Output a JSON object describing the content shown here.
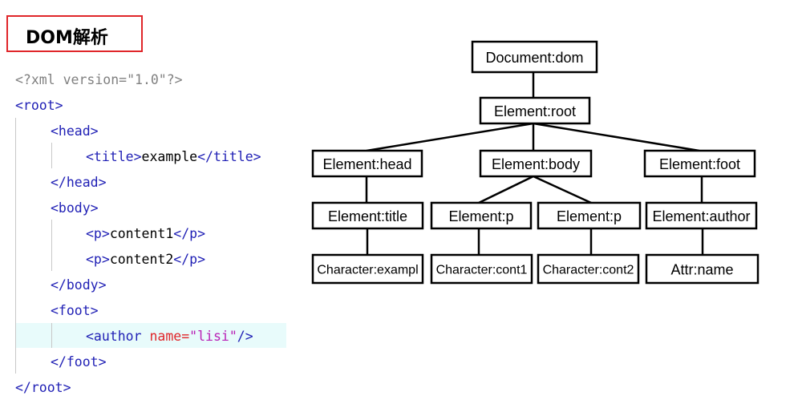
{
  "title": "DOM解析",
  "code_lines": [
    [
      {
        "t": "decl",
        "s": "<?xml version=\"1.0\"?>"
      }
    ],
    [
      {
        "t": "tag",
        "s": "<root>"
      }
    ],
    [
      {
        "t": "tag",
        "s": "<head>"
      }
    ],
    [
      {
        "t": "tag",
        "s": "<title>"
      },
      {
        "t": "text",
        "s": "example"
      },
      {
        "t": "tag",
        "s": "</title>"
      }
    ],
    [
      {
        "t": "tag",
        "s": "</head>"
      }
    ],
    [
      {
        "t": "tag",
        "s": "<body>"
      }
    ],
    [
      {
        "t": "tag",
        "s": "<p>"
      },
      {
        "t": "text",
        "s": "content1"
      },
      {
        "t": "tag",
        "s": "</p>"
      }
    ],
    [
      {
        "t": "tag",
        "s": "<p>"
      },
      {
        "t": "text",
        "s": "content2"
      },
      {
        "t": "tag",
        "s": "</p>"
      }
    ],
    [
      {
        "t": "tag",
        "s": "</body>"
      }
    ],
    [
      {
        "t": "tag",
        "s": "<foot>"
      }
    ],
    [
      {
        "t": "tag",
        "s": "<author "
      },
      {
        "t": "attr",
        "s": "name="
      },
      {
        "t": "val",
        "s": "\"lisi\""
      },
      {
        "t": "tag",
        "s": "/>"
      }
    ],
    [
      {
        "t": "tag",
        "s": "</foot>"
      }
    ],
    [
      {
        "t": "tag",
        "s": "</root>"
      }
    ]
  ],
  "tree": {
    "nodes": [
      {
        "id": "document",
        "label": "Document:dom"
      },
      {
        "id": "root",
        "label": "Element:root"
      },
      {
        "id": "head",
        "label": "Element:head"
      },
      {
        "id": "body",
        "label": "Element:body"
      },
      {
        "id": "foot",
        "label": "Element:foot"
      },
      {
        "id": "title",
        "label": "Element:title"
      },
      {
        "id": "p1",
        "label": "Element:p"
      },
      {
        "id": "p2",
        "label": "Element:p"
      },
      {
        "id": "author",
        "label": "Element:author"
      },
      {
        "id": "char-example",
        "label": "Character:exampl"
      },
      {
        "id": "char-cont1",
        "label": "Character:cont1"
      },
      {
        "id": "char-cont2",
        "label": "Character:cont2"
      },
      {
        "id": "attr-name",
        "label": "Attr:name"
      }
    ],
    "edges": [
      [
        "document",
        "root"
      ],
      [
        "root",
        "head"
      ],
      [
        "root",
        "body"
      ],
      [
        "root",
        "foot"
      ],
      [
        "head",
        "title"
      ],
      [
        "body",
        "p1"
      ],
      [
        "body",
        "p2"
      ],
      [
        "foot",
        "author"
      ],
      [
        "title",
        "char-example"
      ],
      [
        "p1",
        "char-cont1"
      ],
      [
        "p2",
        "char-cont2"
      ],
      [
        "author",
        "attr-name"
      ]
    ]
  }
}
